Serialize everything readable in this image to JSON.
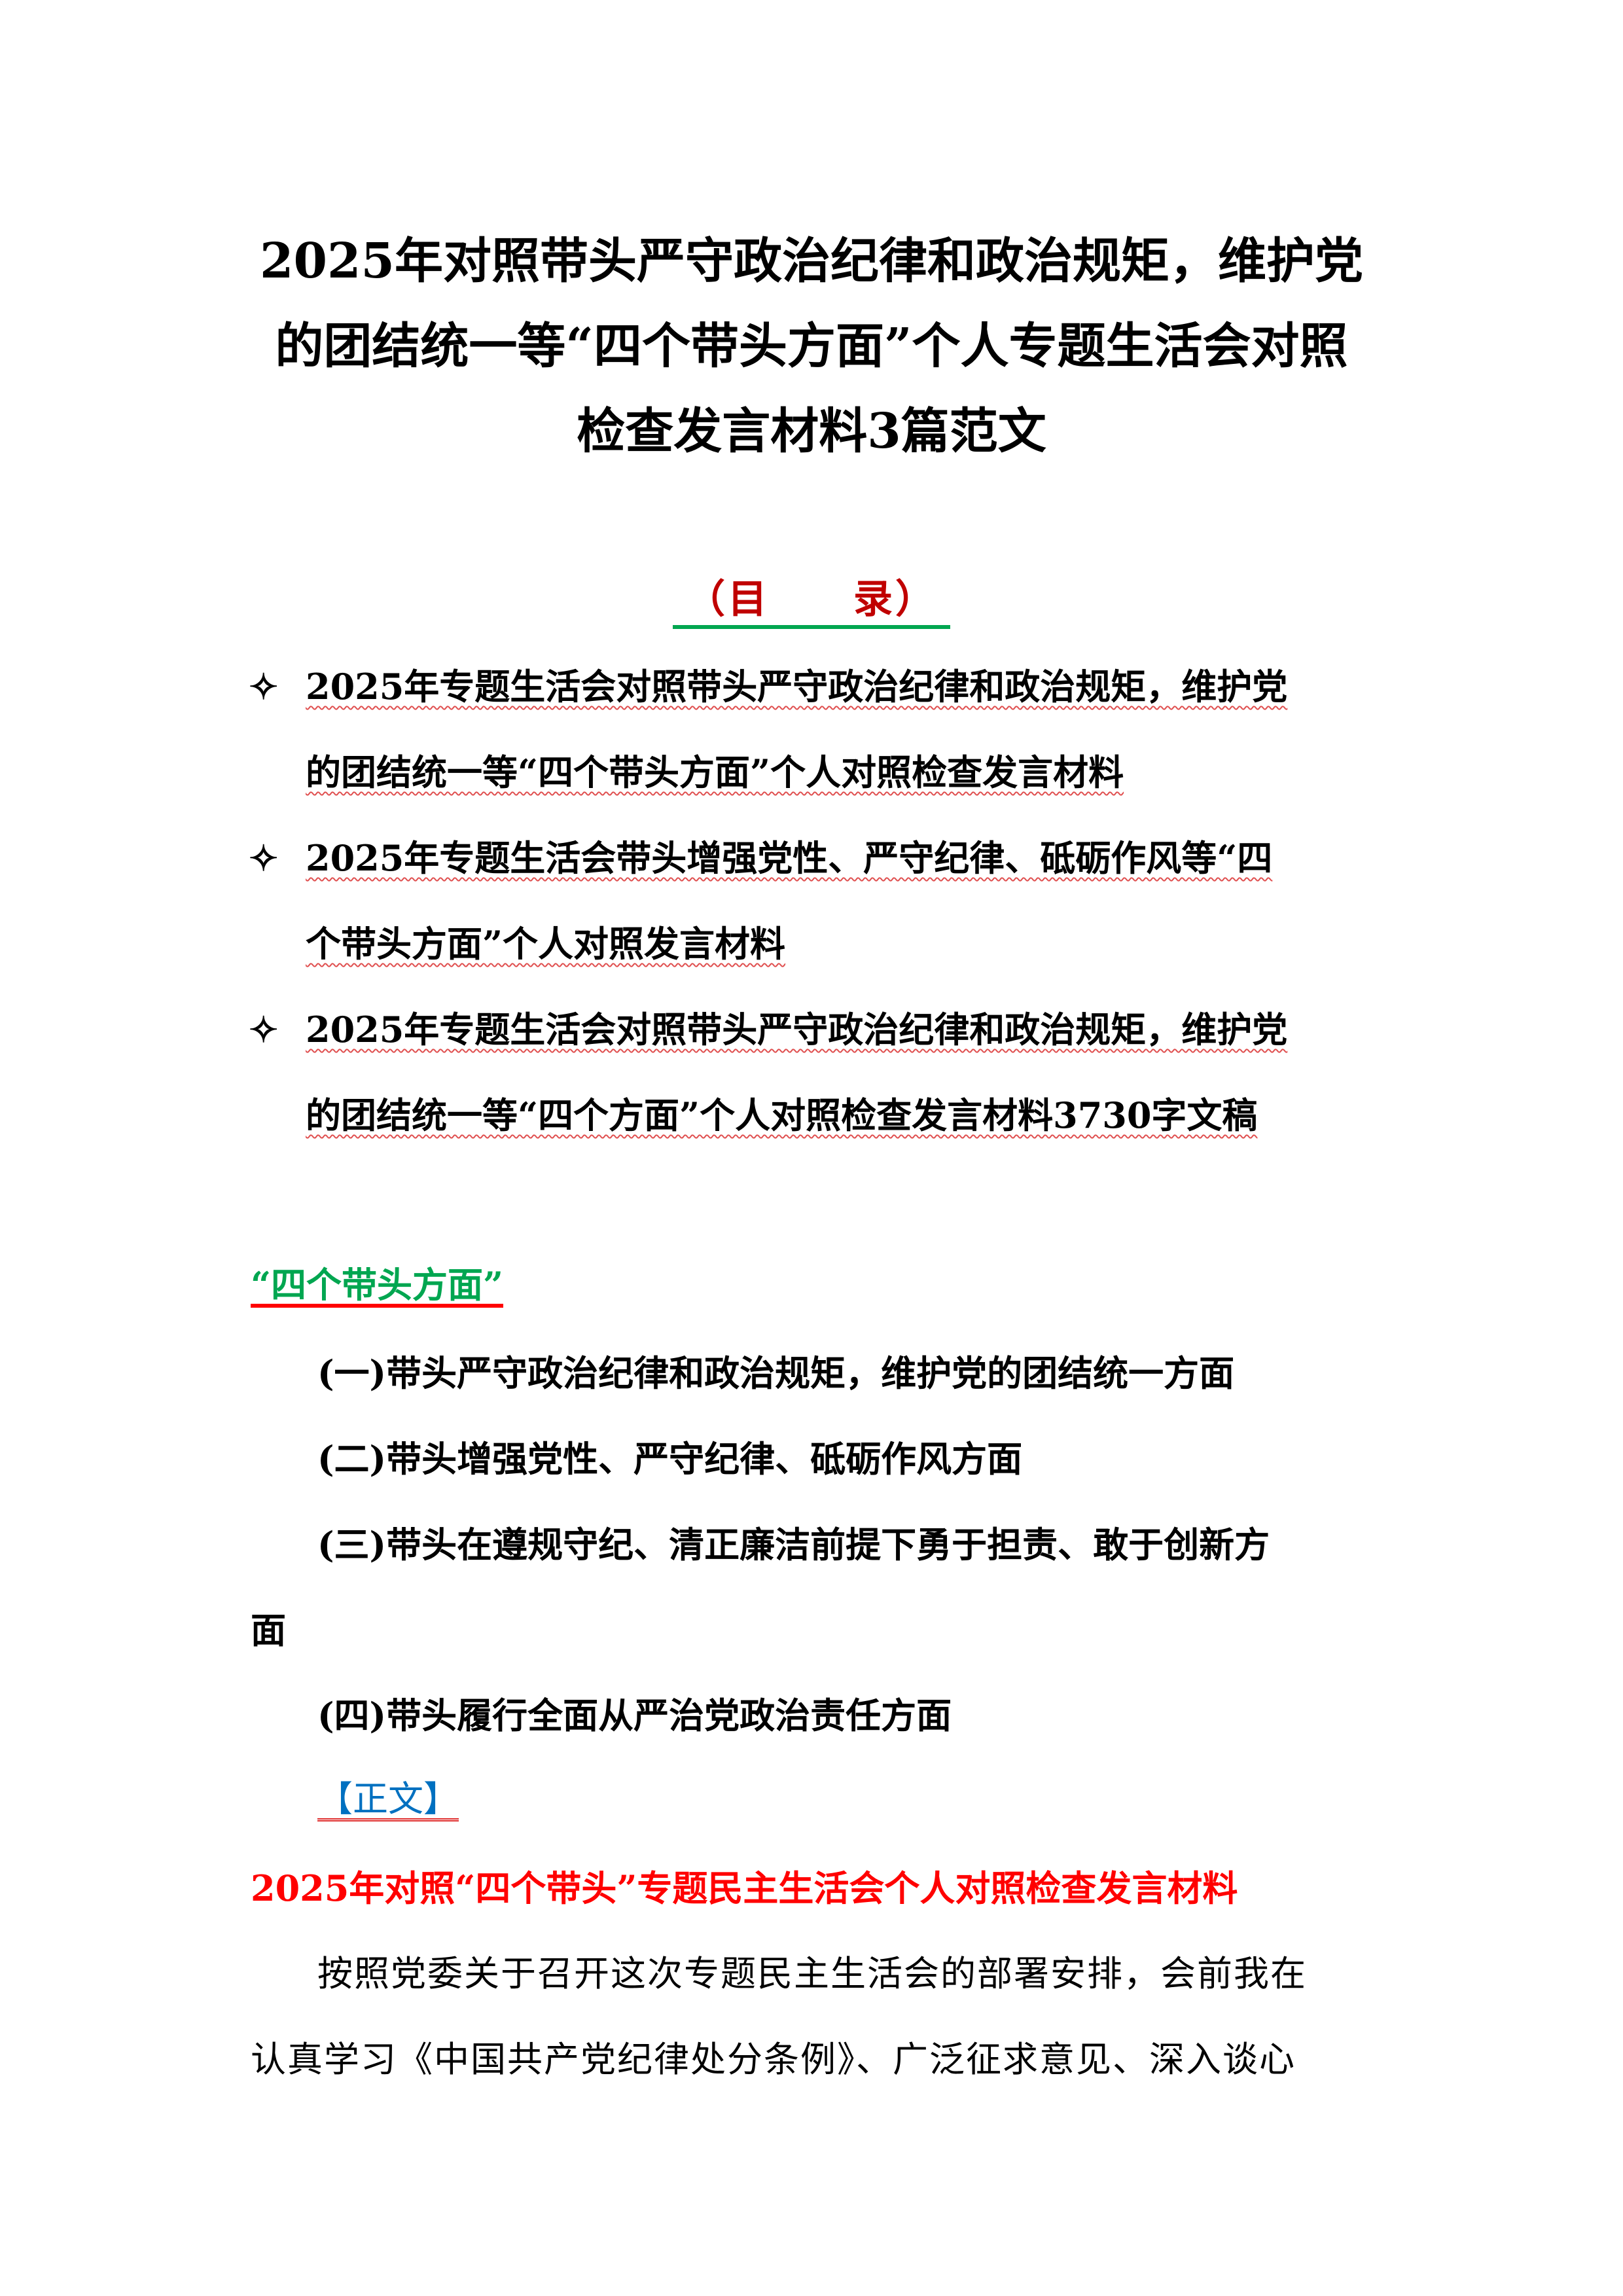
{
  "title_lines": [
    "2025年对照带头严守政治纪律和政治规矩，维护党",
    "的团结统一等“四个带头方面”个人专题生活会对照",
    "检查发言材料3篇范文"
  ],
  "toc": {
    "heading": "（目　　录）",
    "bullet_icon": "diamond-star-icon",
    "entries": [
      {
        "lines": [
          "2025年专题生活会对照带头严守政治纪律和政治规矩，维护党",
          "的团结统一等“四个带头方面”个人对照检查发言材料"
        ]
      },
      {
        "lines": [
          "2025年专题生活会带头增强党性、严守纪律、砥砺作风等“四",
          "个带头方面”个人对照发言材料"
        ]
      },
      {
        "lines": [
          "2025年专题生活会对照带头严守政治纪律和政治规矩，维护党",
          "的团结统一等“四个方面”个人对照检查发言材料3730字文稿"
        ]
      }
    ]
  },
  "section": {
    "heading": "“四个带头方面”",
    "items": [
      "(一)带头严守政治纪律和政治规矩，维护党的团结统一方面",
      "(二)带头增强党性、严守纪律、砥砺作风方面",
      "(三)带头在遵规守纪、清正廉洁前提下勇于担责、敢于创新方",
      "面",
      "(四)带头履行全面从严治党政治责任方面"
    ]
  },
  "body": {
    "label": "【正文】",
    "heading": "2025年对照“四个带头”专题民主生活会个人对照检查发言材料",
    "paragraph_lines": [
      "按照党委关于召开这次专题民主生活会的部署安排，会前我在",
      "认真学习《中国共产党纪律处分条例》、广泛征求意见、深入谈心"
    ]
  },
  "colors": {
    "toc_heading": "#c00000",
    "green": "#00a650",
    "red": "#ff0000",
    "blue": "#0070c0"
  }
}
